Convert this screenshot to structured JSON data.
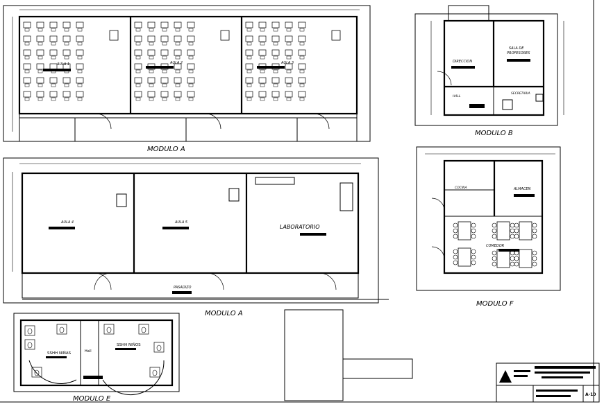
{
  "modules": {
    "a_top": {
      "title": "MODULO A",
      "rooms": [
        "AULA 1",
        "AULA 2",
        "AULA 3"
      ]
    },
    "a_bottom": {
      "title": "MODULO A",
      "rooms": [
        "AULA 4",
        "AULA 5",
        "LABORATORIO"
      ],
      "corridor": "PASADIZO"
    },
    "b": {
      "title": "MODULO B",
      "rooms": [
        "DIRECCION",
        "SALA DE",
        "PROFESORES",
        "SECRETARIA",
        "HALL"
      ]
    },
    "f": {
      "title": "MODULO F",
      "rooms": [
        "COCINA",
        "ALMACEN",
        "COMEDOR"
      ]
    },
    "e": {
      "title": "MODULO E",
      "rooms": [
        "SSHH NIÑAS",
        "SSHH NIÑOS",
        "Hall"
      ]
    }
  },
  "title_block": {
    "sheet_number": "A-10"
  }
}
